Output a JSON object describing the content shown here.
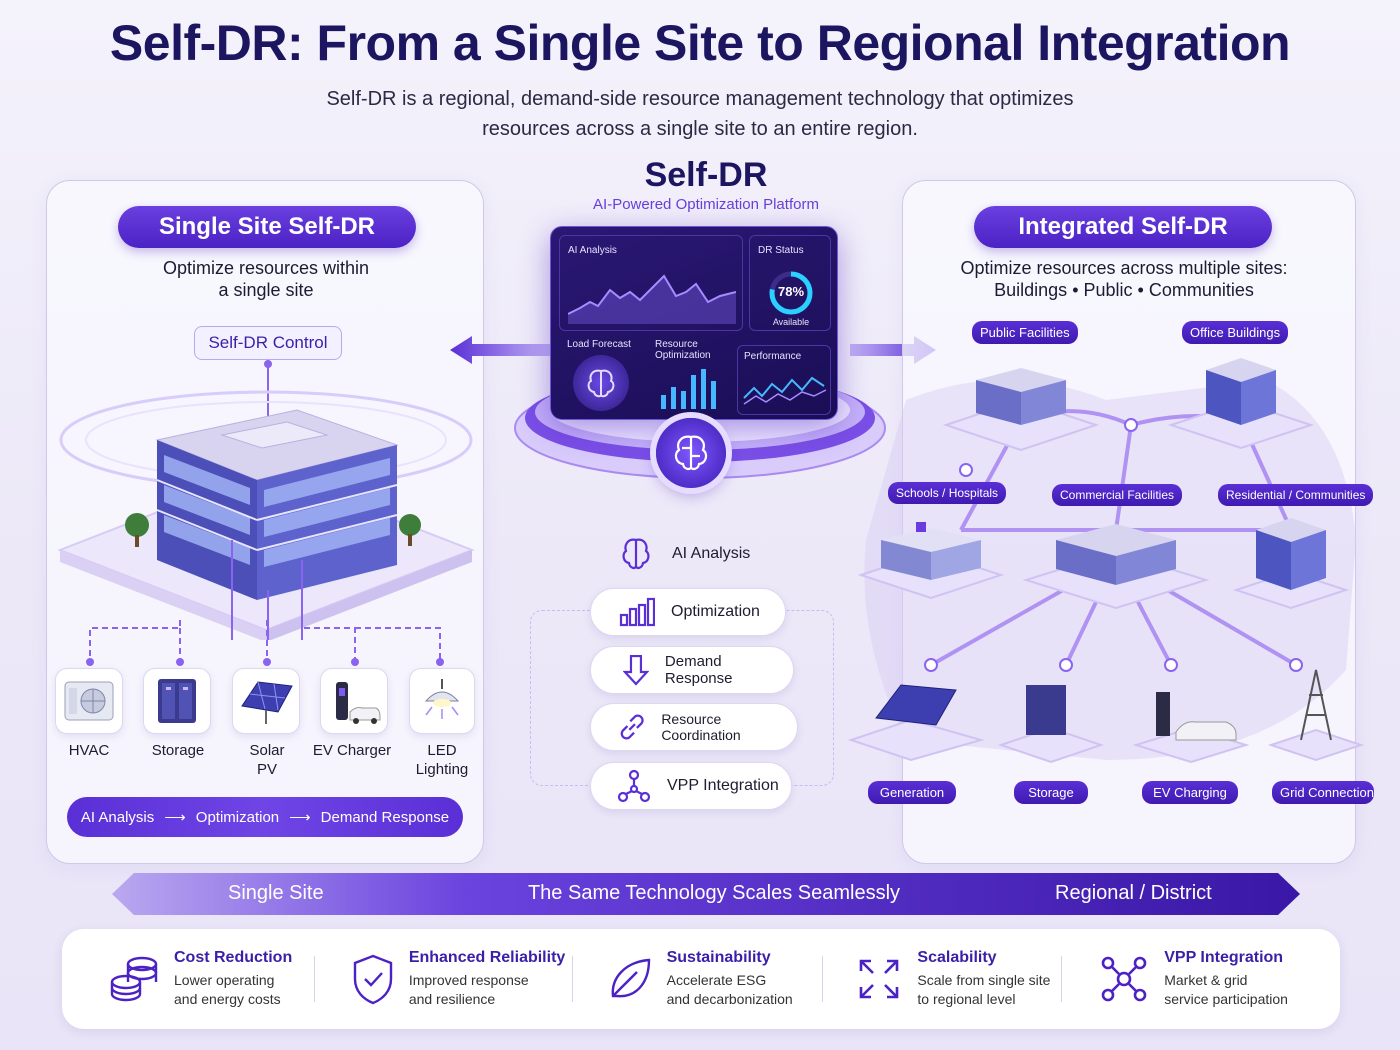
{
  "title": "Self-DR: From a Single Site to Regional Integration",
  "subtitle_line1": "Self-DR is a regional, demand-side resource management technology that optimizes",
  "subtitle_line2": "resources across a single site to an entire region.",
  "left_panel": {
    "heading": "Single Site Self-DR",
    "desc_line1": "Optimize resources within",
    "desc_line2": "a single site",
    "control_label": "Self-DR Control",
    "devices": [
      {
        "label": "HVAC",
        "icon": "hvac-icon"
      },
      {
        "label": "Storage",
        "icon": "battery-storage-icon"
      },
      {
        "label": "Solar PV",
        "icon": "solar-panel-icon"
      },
      {
        "label": "EV Charger",
        "icon": "ev-charger-icon"
      },
      {
        "label": "LED Lighting",
        "icon": "led-lamp-icon"
      }
    ],
    "flow": [
      "AI Analysis",
      "Optimization",
      "Demand Response"
    ]
  },
  "center": {
    "title": "Self-DR",
    "subtitle": "AI-Powered Optimization Platform",
    "dashboard": {
      "ai_analysis": "AI Analysis",
      "dr_status": "DR Status",
      "dr_value": "78%",
      "dr_sub": "Available",
      "load_forecast": "Load Forecast",
      "resource_optimization": "Resource Optimization",
      "performance": "Performance"
    },
    "steps": [
      {
        "label": "AI Analysis",
        "icon": "brain-icon"
      },
      {
        "label": "Optimization",
        "icon": "bar-chart-icon"
      },
      {
        "label": "Demand Response",
        "icon": "down-arrow-icon"
      },
      {
        "label": "Resource Coordination",
        "icon": "link-icon"
      },
      {
        "label": "VPP Integration",
        "icon": "network-icon"
      }
    ]
  },
  "right_panel": {
    "heading": "Integrated Self-DR",
    "desc_line1": "Optimize resources across multiple sites:",
    "desc_line2": "Buildings • Public • Communities",
    "sites": [
      "Public Facilities",
      "Office Buildings",
      "Schools / Hospitals",
      "Commercial Facilities",
      "Residential / Communities"
    ],
    "resources": [
      "Generation",
      "Storage",
      "EV Charging",
      "Grid Connection"
    ]
  },
  "scale_bar": {
    "left": "Single Site",
    "middle": "The Same Technology Scales Seamlessly",
    "right": "Regional / District"
  },
  "benefits": [
    {
      "title": "Cost Reduction",
      "line1": "Lower operating",
      "line2": "and energy costs",
      "icon": "coins-icon"
    },
    {
      "title": "Enhanced Reliability",
      "line1": "Improved response",
      "line2": "and resilience",
      "icon": "shield-check-icon"
    },
    {
      "title": "Sustainability",
      "line1": "Accelerate ESG",
      "line2": "and decarbonization",
      "icon": "leaf-icon"
    },
    {
      "title": "Scalability",
      "line1": "Scale from single site",
      "line2": "to regional level",
      "icon": "expand-icon"
    },
    {
      "title": "VPP Integration",
      "line1": "Market & grid",
      "line2": "service participation",
      "icon": "network-icon"
    }
  ],
  "colors": {
    "accent": "#5a2fd6",
    "dark": "#1c1660",
    "panel_border": "#cfc8e8"
  }
}
